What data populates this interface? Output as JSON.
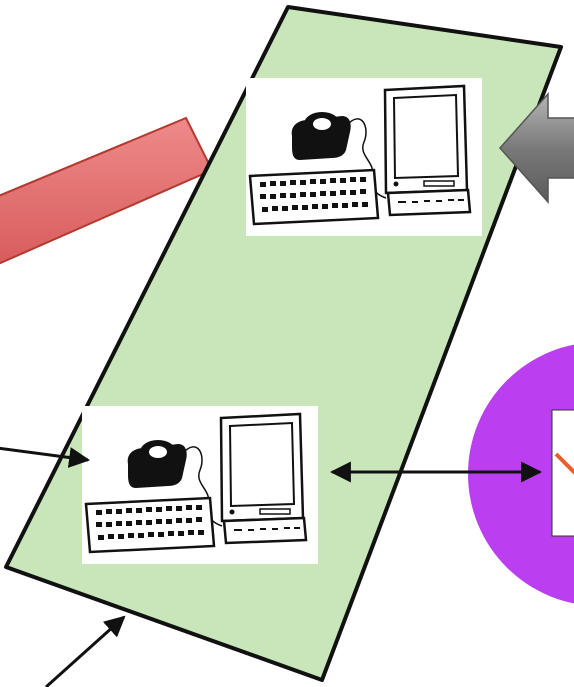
{
  "colors": {
    "background": "#ffffff",
    "panel_fill": "#c8e6b9",
    "panel_stroke": "#111111",
    "red_bar_fill": "#e46c6c",
    "red_bar_stroke": "#b23a30",
    "gray_arrow": "#7f7f7f",
    "purple_circle": "#bb3ef0",
    "orange_line": "#e8602a",
    "connector": "#111111",
    "label_box": "#ffffff"
  },
  "icons": {
    "panel": "tilted-network-panel",
    "computer_top": "computer-workstation-icon",
    "computer_bottom": "computer-workstation-icon",
    "red_bar": "red-bar-shape",
    "gray_arrow": "left-pointing-block-arrow-icon",
    "purple_node": "purple-circle-node",
    "arrows": [
      "incoming-arrow",
      "bottom-pointer-arrow",
      "bidirectional-arrow"
    ]
  }
}
